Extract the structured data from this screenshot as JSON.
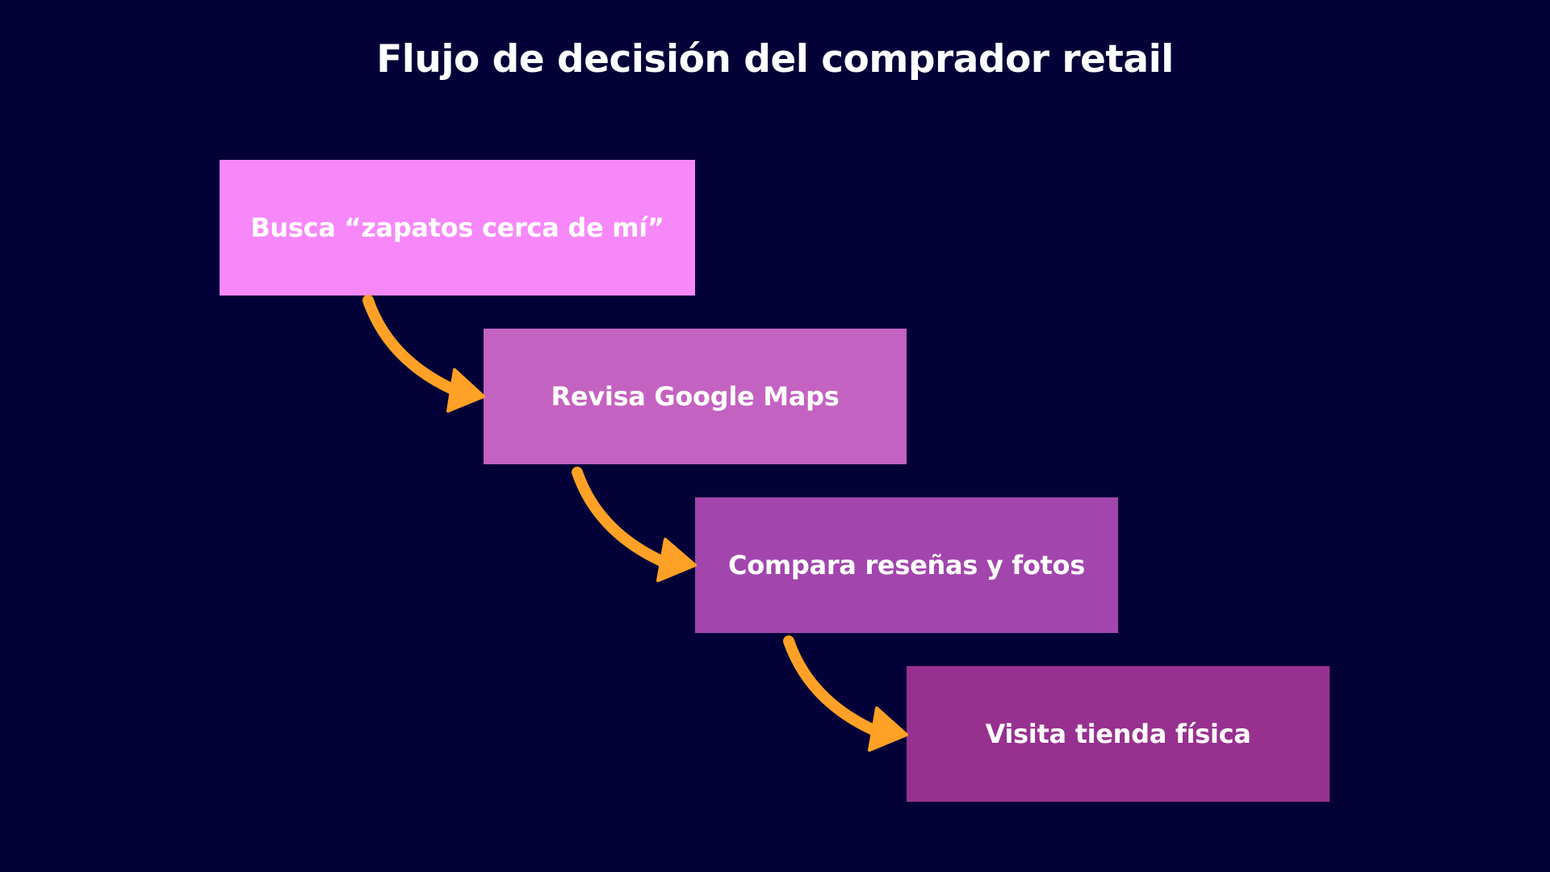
{
  "title": "Flujo de decisión del comprador retail",
  "colors": {
    "background": "#030138",
    "arrow": "#FFA126",
    "text": "#FFFFFF"
  },
  "steps": [
    {
      "label": "Busca “zapatos cerca de mí”",
      "color": "#F788F9"
    },
    {
      "label": "Revisa Google Maps",
      "color": "#C462C1"
    },
    {
      "label": "Compara reseñas y fotos",
      "color": "#A246AD"
    },
    {
      "label": "Visita tienda física",
      "color": "#98308F"
    }
  ]
}
